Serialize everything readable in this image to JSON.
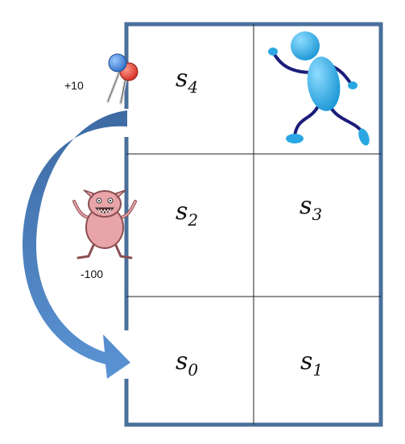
{
  "grid": {
    "cells": [
      {
        "id": "s4",
        "base": "s",
        "sub": "4"
      },
      {
        "id": "runner",
        "base": "",
        "sub": ""
      },
      {
        "id": "s2",
        "base": "s",
        "sub": "2"
      },
      {
        "id": "s3",
        "base": "s",
        "sub": "3"
      },
      {
        "id": "s0",
        "base": "s",
        "sub": "0"
      },
      {
        "id": "s1",
        "base": "s",
        "sub": "1"
      }
    ]
  },
  "rewards": {
    "lollipop": "+10",
    "monster": "-100"
  },
  "colors": {
    "border": "#4a6f9b",
    "arrow": "#4d7fb8",
    "runner": "#2aa7e3",
    "runner_limbs": "#1c1d7a",
    "monster_skin": "#e8a4a9",
    "lollipop_blue": "#4a8fe0",
    "lollipop_red": "#e8453c"
  },
  "icons": {
    "runner": "running-figure-icon",
    "monster": "monster-icon",
    "lollipop": "lollipop-icon"
  }
}
